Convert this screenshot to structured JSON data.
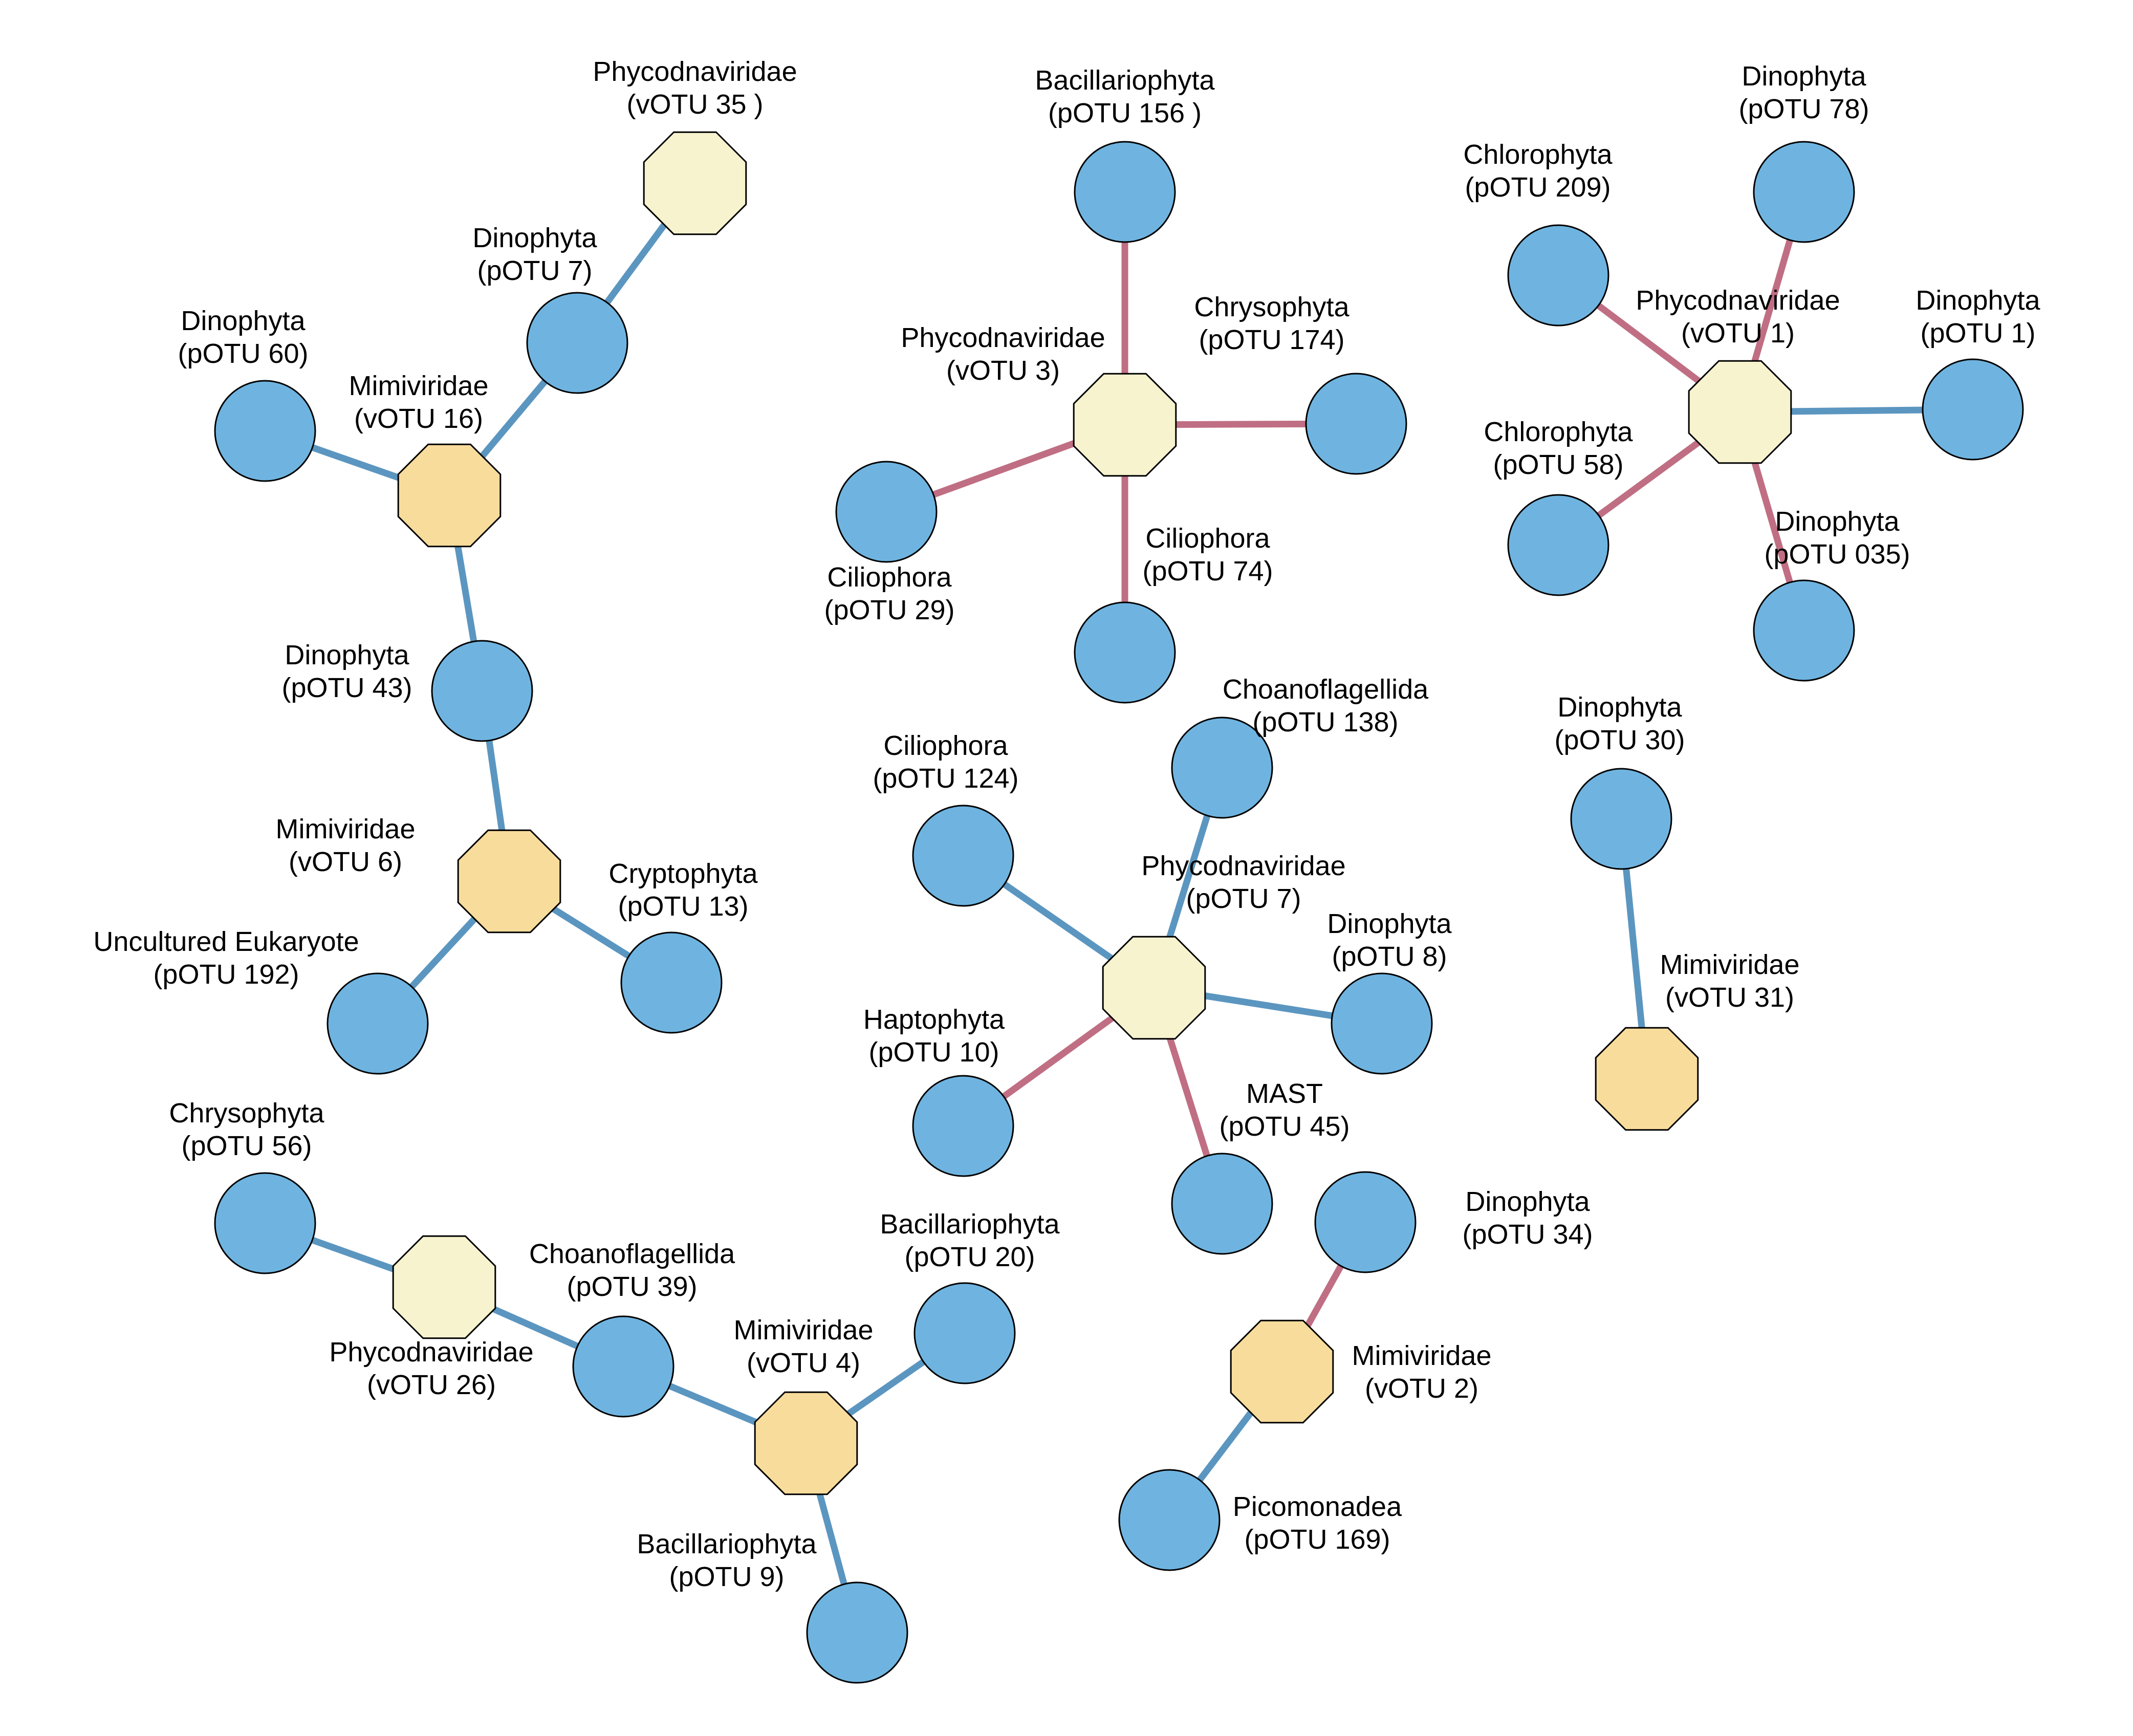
{
  "colors": {
    "protist_node": "#6fb4e0",
    "virus_node_light": "#f7f3cf",
    "virus_node_dark": "#f8dc9c",
    "edge_positive": "#5b96c0",
    "edge_negative": "#c06e83",
    "node_outline": "#000000"
  },
  "nodes": [
    {
      "id": "v35",
      "shape": "octagon",
      "tone": "light",
      "name": "Phycodnaviridae",
      "otu": "(vOTU 35 )"
    },
    {
      "id": "p7a",
      "shape": "circle",
      "name": "Dinophyta",
      "otu": "(pOTU 7)"
    },
    {
      "id": "p60",
      "shape": "circle",
      "name": "Dinophyta",
      "otu": "(pOTU 60)"
    },
    {
      "id": "v16",
      "shape": "octagon",
      "tone": "dark",
      "name": "Mimiviridae",
      "otu": "(vOTU 16)"
    },
    {
      "id": "p43",
      "shape": "circle",
      "name": "Dinophyta",
      "otu": "(pOTU 43)"
    },
    {
      "id": "v6",
      "shape": "octagon",
      "tone": "dark",
      "name": "Mimiviridae",
      "otu": "(vOTU 6)"
    },
    {
      "id": "p13",
      "shape": "circle",
      "name": "Cryptophyta",
      "otu": "(pOTU 13)"
    },
    {
      "id": "p192",
      "shape": "circle",
      "name": "Uncultured Eukaryote",
      "otu": "(pOTU 192)"
    },
    {
      "id": "p156",
      "shape": "circle",
      "name": "Bacillariophyta",
      "otu": "(pOTU 156 )"
    },
    {
      "id": "v3",
      "shape": "octagon",
      "tone": "light",
      "name": "Phycodnaviridae",
      "otu": "(vOTU 3)"
    },
    {
      "id": "p174",
      "shape": "circle",
      "name": "Chrysophyta",
      "otu": "(pOTU 174)"
    },
    {
      "id": "p29",
      "shape": "circle",
      "name": "Ciliophora",
      "otu": "(pOTU 29)"
    },
    {
      "id": "p74",
      "shape": "circle",
      "name": "Ciliophora",
      "otu": "(pOTU 74)"
    },
    {
      "id": "p78",
      "shape": "circle",
      "name": "Dinophyta",
      "otu": "(pOTU 78)"
    },
    {
      "id": "p209",
      "shape": "circle",
      "name": "Chlorophyta",
      "otu": "(pOTU 209)"
    },
    {
      "id": "v1",
      "shape": "octagon",
      "tone": "light",
      "name": "Phycodnaviridae",
      "otu": "(vOTU 1)"
    },
    {
      "id": "p1",
      "shape": "circle",
      "name": "Dinophyta",
      "otu": "(pOTU 1)"
    },
    {
      "id": "p58",
      "shape": "circle",
      "name": "Chlorophyta",
      "otu": "(pOTU 58)"
    },
    {
      "id": "p035",
      "shape": "circle",
      "name": "Dinophyta",
      "otu": "(pOTU 035)"
    },
    {
      "id": "p138",
      "shape": "circle",
      "name": "Choanoflagellida",
      "otu": "(pOTU 138)"
    },
    {
      "id": "p124",
      "shape": "circle",
      "name": "Ciliophora",
      "otu": "(pOTU 124)"
    },
    {
      "id": "v7",
      "shape": "octagon",
      "tone": "light",
      "name": "Phycodnaviridae",
      "otu": "(pOTU 7)"
    },
    {
      "id": "p8",
      "shape": "circle",
      "name": "Dinophyta",
      "otu": "(pOTU 8)"
    },
    {
      "id": "p10",
      "shape": "circle",
      "name": "Haptophyta",
      "otu": "(pOTU 10)"
    },
    {
      "id": "p45",
      "shape": "circle",
      "name": "MAST",
      "otu": "(pOTU 45)"
    },
    {
      "id": "p30",
      "shape": "circle",
      "name": "Dinophyta",
      "otu": "(pOTU 30)"
    },
    {
      "id": "v31",
      "shape": "octagon",
      "tone": "dark",
      "name": "Mimiviridae",
      "otu": "(vOTU 31)"
    },
    {
      "id": "p56",
      "shape": "circle",
      "name": "Chrysophyta",
      "otu": "(pOTU 56)"
    },
    {
      "id": "v26",
      "shape": "octagon",
      "tone": "light",
      "name": "Phycodnaviridae",
      "otu": "(vOTU 26)"
    },
    {
      "id": "p39",
      "shape": "circle",
      "name": "Choanoflagellida",
      "otu": "(pOTU 39)"
    },
    {
      "id": "v4",
      "shape": "octagon",
      "tone": "dark",
      "name": "Mimiviridae",
      "otu": "(vOTU 4)"
    },
    {
      "id": "p20",
      "shape": "circle",
      "name": "Bacillariophyta",
      "otu": "(pOTU 20)"
    },
    {
      "id": "p9",
      "shape": "circle",
      "name": "Bacillariophyta",
      "otu": "(pOTU 9)"
    },
    {
      "id": "p34",
      "shape": "circle",
      "name": "Dinophyta",
      "otu": "(pOTU 34)"
    },
    {
      "id": "v2",
      "shape": "octagon",
      "tone": "dark",
      "name": "Mimiviridae",
      "otu": "(vOTU 2)"
    },
    {
      "id": "p169",
      "shape": "circle",
      "name": "Picomonadea",
      "otu": "(pOTU 169)"
    }
  ],
  "edges": [
    {
      "from": "v35",
      "to": "p7a",
      "sign": "positive"
    },
    {
      "from": "p7a",
      "to": "v16",
      "sign": "positive"
    },
    {
      "from": "p60",
      "to": "v16",
      "sign": "positive"
    },
    {
      "from": "v16",
      "to": "p43",
      "sign": "positive"
    },
    {
      "from": "p43",
      "to": "v6",
      "sign": "positive"
    },
    {
      "from": "v6",
      "to": "p13",
      "sign": "positive"
    },
    {
      "from": "v6",
      "to": "p192",
      "sign": "positive"
    },
    {
      "from": "p156",
      "to": "v3",
      "sign": "negative"
    },
    {
      "from": "v3",
      "to": "p174",
      "sign": "negative"
    },
    {
      "from": "v3",
      "to": "p29",
      "sign": "negative"
    },
    {
      "from": "v3",
      "to": "p74",
      "sign": "negative"
    },
    {
      "from": "p78",
      "to": "v1",
      "sign": "negative"
    },
    {
      "from": "p209",
      "to": "v1",
      "sign": "negative"
    },
    {
      "from": "v1",
      "to": "p1",
      "sign": "positive"
    },
    {
      "from": "p58",
      "to": "v1",
      "sign": "negative"
    },
    {
      "from": "v1",
      "to": "p035",
      "sign": "negative"
    },
    {
      "from": "p138",
      "to": "v7",
      "sign": "positive"
    },
    {
      "from": "p124",
      "to": "v7",
      "sign": "positive"
    },
    {
      "from": "v7",
      "to": "p8",
      "sign": "positive"
    },
    {
      "from": "p10",
      "to": "v7",
      "sign": "negative"
    },
    {
      "from": "v7",
      "to": "p45",
      "sign": "negative"
    },
    {
      "from": "p30",
      "to": "v31",
      "sign": "positive"
    },
    {
      "from": "p56",
      "to": "v26",
      "sign": "positive"
    },
    {
      "from": "v26",
      "to": "p39",
      "sign": "positive"
    },
    {
      "from": "p39",
      "to": "v4",
      "sign": "positive"
    },
    {
      "from": "v4",
      "to": "p20",
      "sign": "positive"
    },
    {
      "from": "v4",
      "to": "p9",
      "sign": "positive"
    },
    {
      "from": "p34",
      "to": "v2",
      "sign": "negative"
    },
    {
      "from": "v2",
      "to": "p169",
      "sign": "positive"
    }
  ]
}
